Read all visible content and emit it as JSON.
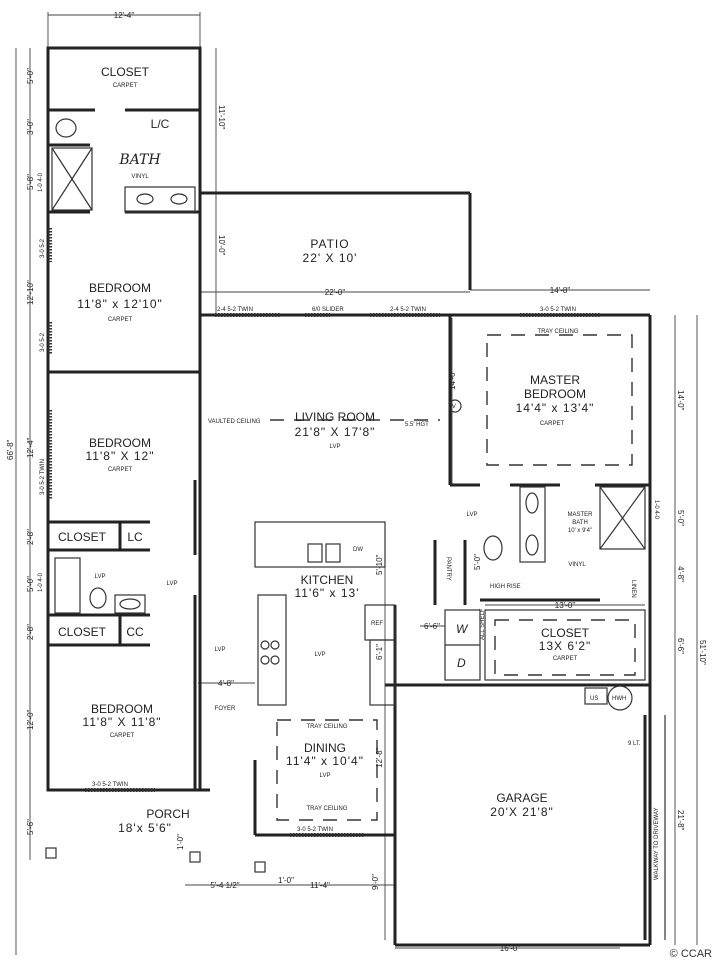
{
  "rooms": {
    "closet_top": {
      "name": "CLOSET",
      "floor": "CARPET"
    },
    "lc_top": {
      "name": "L/C"
    },
    "bath": {
      "name": "BATH",
      "floor": "VINYL"
    },
    "patio": {
      "name": "PATIO",
      "size": "22' X 10'"
    },
    "bedroom1": {
      "name": "BEDROOM",
      "size": "11'8\" x 12'10\"",
      "floor": "CARPET"
    },
    "bedroom2": {
      "name": "BEDROOM",
      "size": "11'8\" X 12\"",
      "floor": "CARPET"
    },
    "closet_mid": {
      "name": "CLOSET"
    },
    "lc_mid": {
      "name": "LC"
    },
    "bath2": {
      "floor": "LVP"
    },
    "hall": {
      "floor": "LVP"
    },
    "closet_low": {
      "name": "CLOSET"
    },
    "cc": {
      "name": "CC"
    },
    "bedroom3": {
      "name": "BEDROOM",
      "size": "11'8\" X 11'8\"",
      "floor": "CARPET"
    },
    "living": {
      "name": "LIVING ROOM",
      "size": "21'8\" X 17'8\"",
      "floor": "LVP",
      "ceiling": "VAULTED CEILING"
    },
    "master": {
      "name1": "MASTER",
      "name2": "BEDROOM",
      "size": "14'4\" x 13'4\"",
      "floor": "CARPET",
      "ceiling": "TRAY CEILING"
    },
    "master_bath": {
      "name1": "MASTER",
      "name2": "BATH",
      "size": "10' x 9'4\"",
      "floor": "VINYL",
      "linen": "LINEN",
      "toilet": "HIGH RISE"
    },
    "master_hall": {
      "floor": "LVP"
    },
    "pantry": {
      "name": "PANTRY"
    },
    "kitchen": {
      "name": "KITCHEN",
      "size": "11'6\" x 13'",
      "floor": "LVP",
      "dw": "DW",
      "ref": "REF"
    },
    "foyer": {
      "name": "FOYER",
      "floor": "LVP"
    },
    "dining": {
      "name": "DINING",
      "size": "11'4\" x 10'4\"",
      "floor": "LVP",
      "ceiling_top": "TRAY CEILING",
      "ceiling_bottom": "TRAY CEILING"
    },
    "laundry": {
      "w": "W",
      "d": "D",
      "shelf": "ALL SHELF"
    },
    "closet_master": {
      "name": "CLOSET",
      "size": "13X 6'2\"",
      "floor": "CARPET"
    },
    "porch": {
      "name": "PORCH",
      "size": "18'x 5'6\""
    },
    "garage": {
      "name": "GARAGE",
      "size": "20'X 21'8\"",
      "us": "US",
      "hwh": "HWH",
      "step": "9 LT.",
      "walkway": "WALKWAY TO DRIVEWAY"
    }
  },
  "windows": {
    "bed1_a": "3-0 5-2",
    "bed1_b": "3-0 5-2",
    "bed2": "3-0 5-2 TWIN",
    "living_a": "2-4 5-2 TWIN",
    "living_slider": "6/0 SLIDER",
    "living_b": "2-4 5-2 TWIN",
    "master": "3-0 5-2 TWIN",
    "bed3": "3-0 5-2 TWIN",
    "dining": "3-0 5-2 TWIN",
    "tv": "TV",
    "tv_height": "5.5' HGT"
  },
  "dimensions": {
    "top_width": "12'-4\"",
    "overall_left": "66'-8\"",
    "l1": "5'-0\"",
    "l2": "3'-0\"",
    "l3": "5'-8\"",
    "l3b": "1-0 4-0",
    "l4": "12'-10\"",
    "l5": "12'-4\"",
    "l6": "2'-8\"",
    "l7": "5'-0\"",
    "l7b": "1-0 4-0",
    "l8": "2'-8\"",
    "l9": "12'-0\"",
    "l10": "5'-6\"",
    "wing": "11'-10\"",
    "patio_depth": "10'-0\"",
    "patio_width": "22'-0\"",
    "master_width": "14'-8\"",
    "living_depth": "14'-0\"",
    "r1": "14'-0\"",
    "r2": "5'-0\"",
    "r2b": "1-0 4-0",
    "r3": "4'-8\"",
    "r4": "6'-6\"",
    "r5": "21'-8\"",
    "overall_right": "51'-10\"",
    "kitchen_a": "5'-10\"",
    "kitchen_b": "6'-1\"",
    "dining_d": "12'-8\"",
    "foyer_w": "4'-8\"",
    "laundry_w": "6'-6\"",
    "toilet_d": "5'-0\"",
    "closet_w": "13'-0\"",
    "post1": "1'-0\"",
    "post2": "1'-0\"",
    "b1": "5'-4 1/2\"",
    "b2": "11'-4\"",
    "b3": "9'-0\"",
    "garage_w": "16'-0\""
  },
  "copyright": "© CCAR"
}
